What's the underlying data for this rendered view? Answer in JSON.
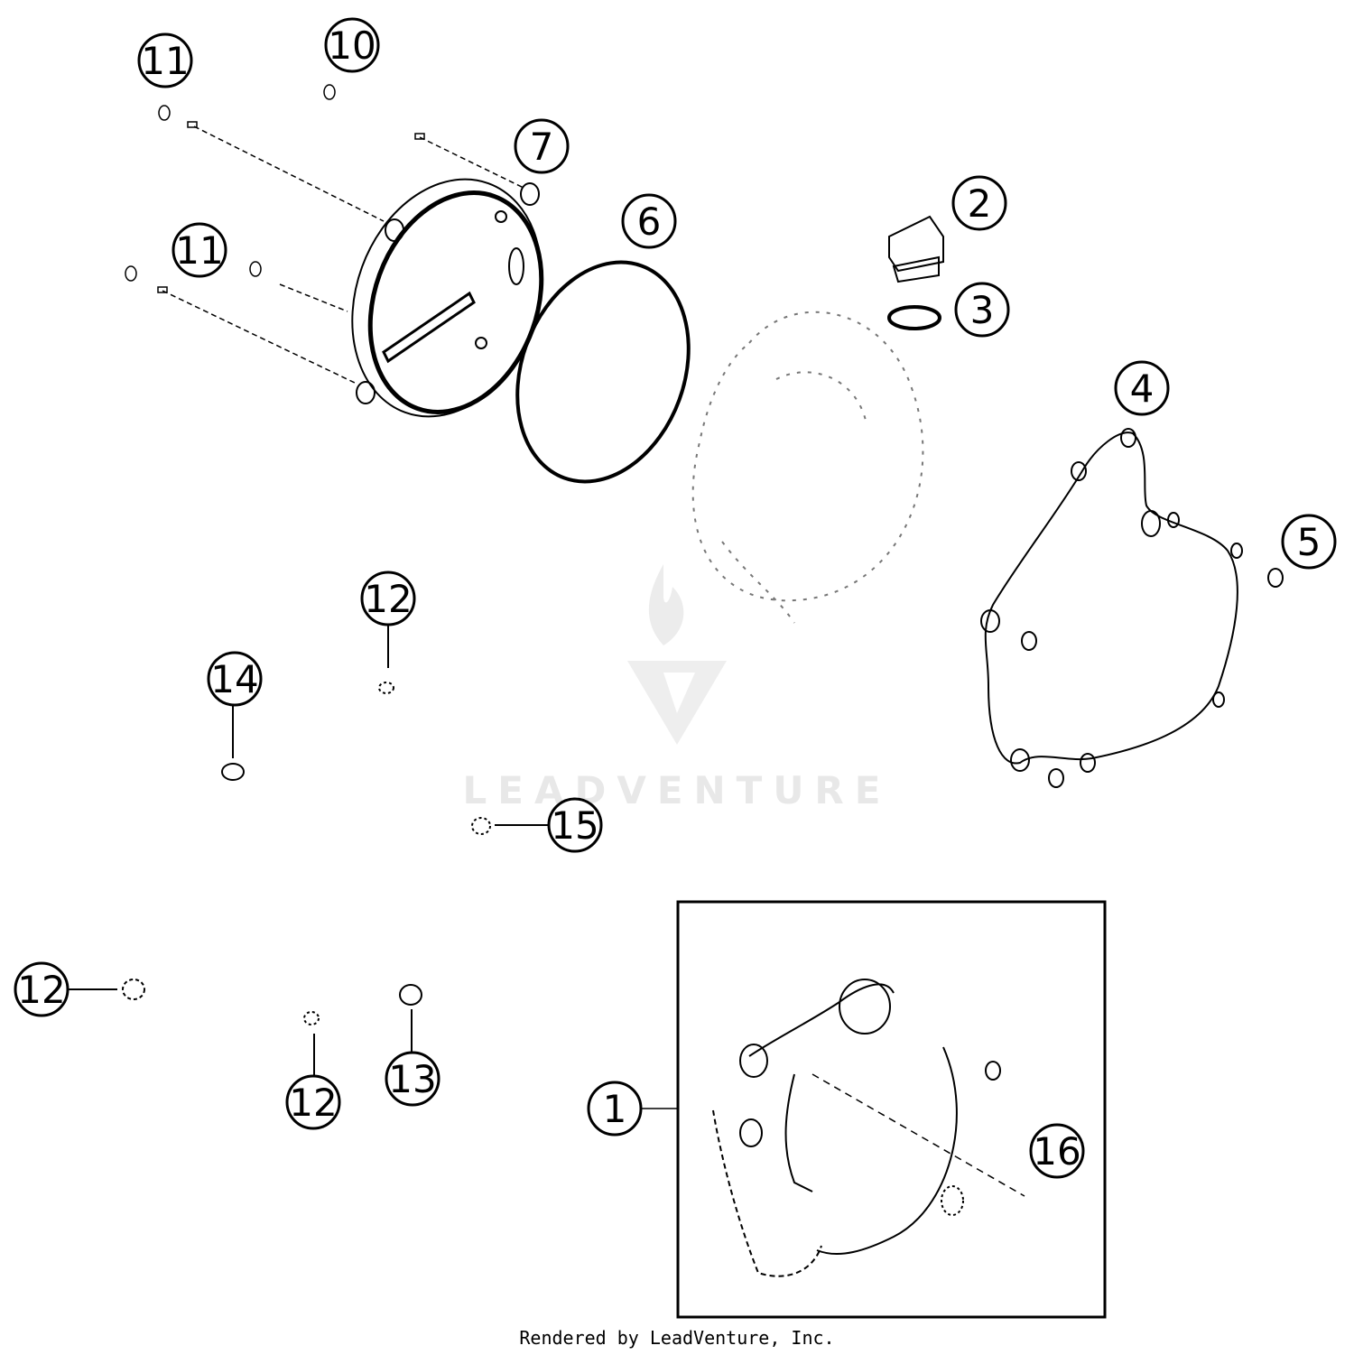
{
  "callouts": [
    {
      "id": "c1",
      "label": "1"
    },
    {
      "id": "c2",
      "label": "2"
    },
    {
      "id": "c3",
      "label": "3"
    },
    {
      "id": "c4",
      "label": "4"
    },
    {
      "id": "c5",
      "label": "5"
    },
    {
      "id": "c6",
      "label": "6"
    },
    {
      "id": "c7",
      "label": "7"
    },
    {
      "id": "c10",
      "label": "10"
    },
    {
      "id": "c11a",
      "label": "11"
    },
    {
      "id": "c11b",
      "label": "11"
    },
    {
      "id": "c12a",
      "label": "12"
    },
    {
      "id": "c12b",
      "label": "12"
    },
    {
      "id": "c12c",
      "label": "12"
    },
    {
      "id": "c13",
      "label": "13"
    },
    {
      "id": "c14",
      "label": "14"
    },
    {
      "id": "c15",
      "label": "15"
    },
    {
      "id": "c16",
      "label": "16"
    }
  ],
  "watermark": {
    "text": "LEADVENTURE"
  },
  "footer": {
    "text": "Rendered by LeadVenture, Inc."
  },
  "colors": {
    "line": "#000000",
    "watermark": "#e8e8e8",
    "background": "#ffffff"
  }
}
